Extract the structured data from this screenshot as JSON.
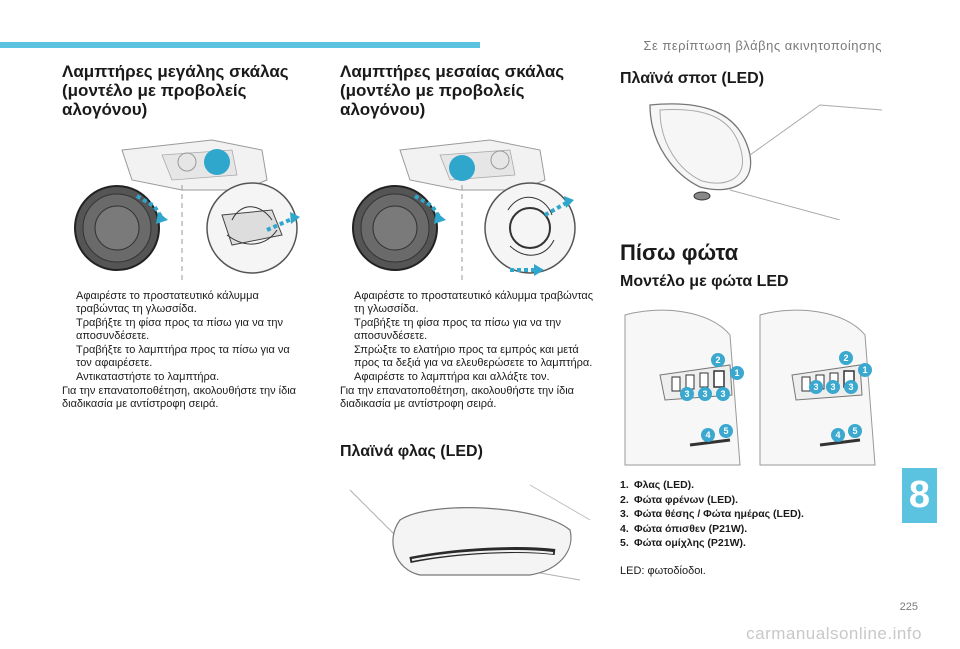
{
  "header": {
    "section_title": "Σε περίπτωση βλάβης ακινητοποίησης"
  },
  "col1": {
    "title_line1": "Λαμπτήρες μεγάλης σκάλας",
    "title_line2": "(μοντέλο με προβολείς",
    "title_line3": "αλογόνου)",
    "steps": [
      "Αφαιρέστε το προστατευτικό κάλυμμα τραβώντας τη γλωσσίδα.",
      "Τραβήξτε τη φίσα προς τα πίσω για να την αποσυνδέσετε.",
      "Τραβήξτε το λαμπτήρα προς τα πίσω για να τον αφαιρέσετε.",
      "Αντικαταστήστε το λαμπτήρα."
    ],
    "note": "Για την επανατοποθέτηση, ακολουθήστε την ίδια διαδικασία με αντίστροφη σειρά."
  },
  "col2": {
    "title_line1": "Λαμπτήρες μεσαίας σκάλας",
    "title_line2": "(μοντέλο με προβολείς",
    "title_line3": "αλογόνου)",
    "steps": [
      "Αφαιρέστε το προστατευτικό κάλυμμα τραβώντας τη γλωσσίδα.",
      "Τραβήξτε τη φίσα προς τα πίσω για να την αποσυνδέσετε.",
      "Σπρώξτε το ελατήριο προς τα εμπρός και μετά προς τα δεξιά για να ελευθερώσετε το λαμπτήρα.",
      "Αφαιρέστε το λαμπτήρα και αλλάξτε τον."
    ],
    "note": "Για την επανατοποθέτηση, ακολουθήστε την ίδια διαδικασία με αντίστροφη σειρά.",
    "side_lights_title": "Πλαϊνά φλας (LED)"
  },
  "col3": {
    "spot_title": "Πλαϊνά σποτ (LED)",
    "rear_title": "Πίσω φώτα",
    "rear_subtitle": "Μοντέλο με φώτα LED",
    "legend": [
      {
        "num": "1.",
        "text": "Φλας (LED)."
      },
      {
        "num": "2.",
        "text": "Φώτα φρένων (LED)."
      },
      {
        "num": "3.",
        "text": "Φώτα θέσης / Φώτα ημέρας (LED)."
      },
      {
        "num": "4.",
        "text": "Φώτα όπισθεν (P21W)."
      },
      {
        "num": "5.",
        "text": "Φώτα ομίχλης (P21W)."
      }
    ],
    "led_note": "LED: φωτοδίοδοι.",
    "callouts_left": [
      "2",
      "1",
      "3",
      "3",
      "3",
      "4",
      "5"
    ],
    "callouts_right": [
      "2",
      "1",
      "3",
      "3",
      "3",
      "4",
      "5"
    ]
  },
  "bullet_glyph": "",
  "chapter_tab": "8",
  "page_number": "225",
  "watermark": "carmanualsonline.info",
  "colors": {
    "accent": "#5bc3e0",
    "callout": "#3aa8cf",
    "header_text": "#7a7a7a"
  }
}
